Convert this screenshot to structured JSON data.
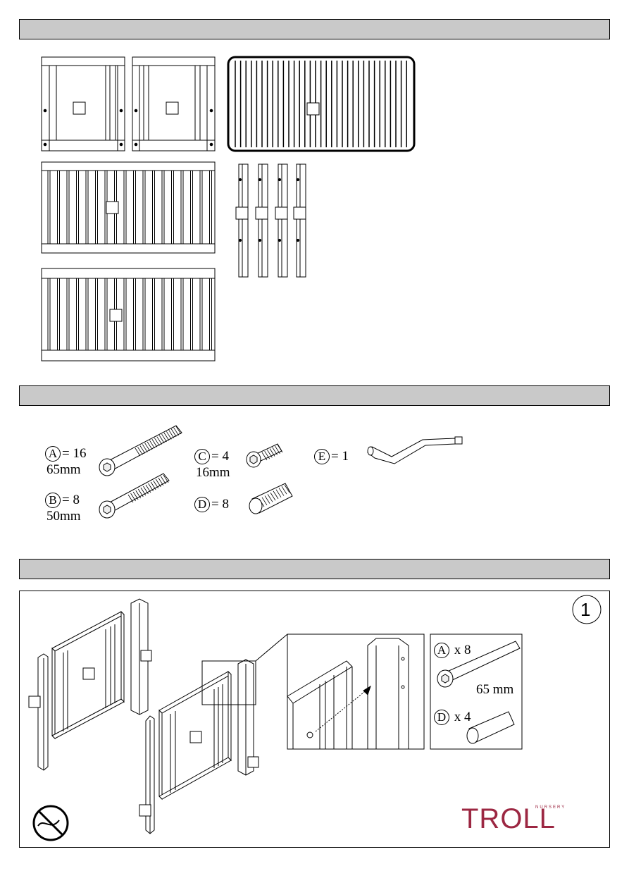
{
  "parts": {
    "A": {
      "letter": "A",
      "qty": "= 16",
      "size": "65mm"
    },
    "B": {
      "letter": "B",
      "qty": "= 8",
      "size": "50mm"
    },
    "C": {
      "letter": "C",
      "qty": "= 4",
      "size": "16mm"
    },
    "D": {
      "letter": "D",
      "qty": "= 8"
    },
    "E": {
      "letter": "E",
      "qty": "= 1"
    }
  },
  "step": {
    "number": "1",
    "detail_A": {
      "letter": "A",
      "qty": "x 8",
      "size": "65 mm"
    },
    "detail_D": {
      "letter": "D",
      "qty": "x 4"
    }
  },
  "brand": {
    "name": "TROLL",
    "tag": "NURSERY"
  },
  "colors": {
    "header_bar": "#c9c9c9",
    "brand": "#9c2742"
  }
}
